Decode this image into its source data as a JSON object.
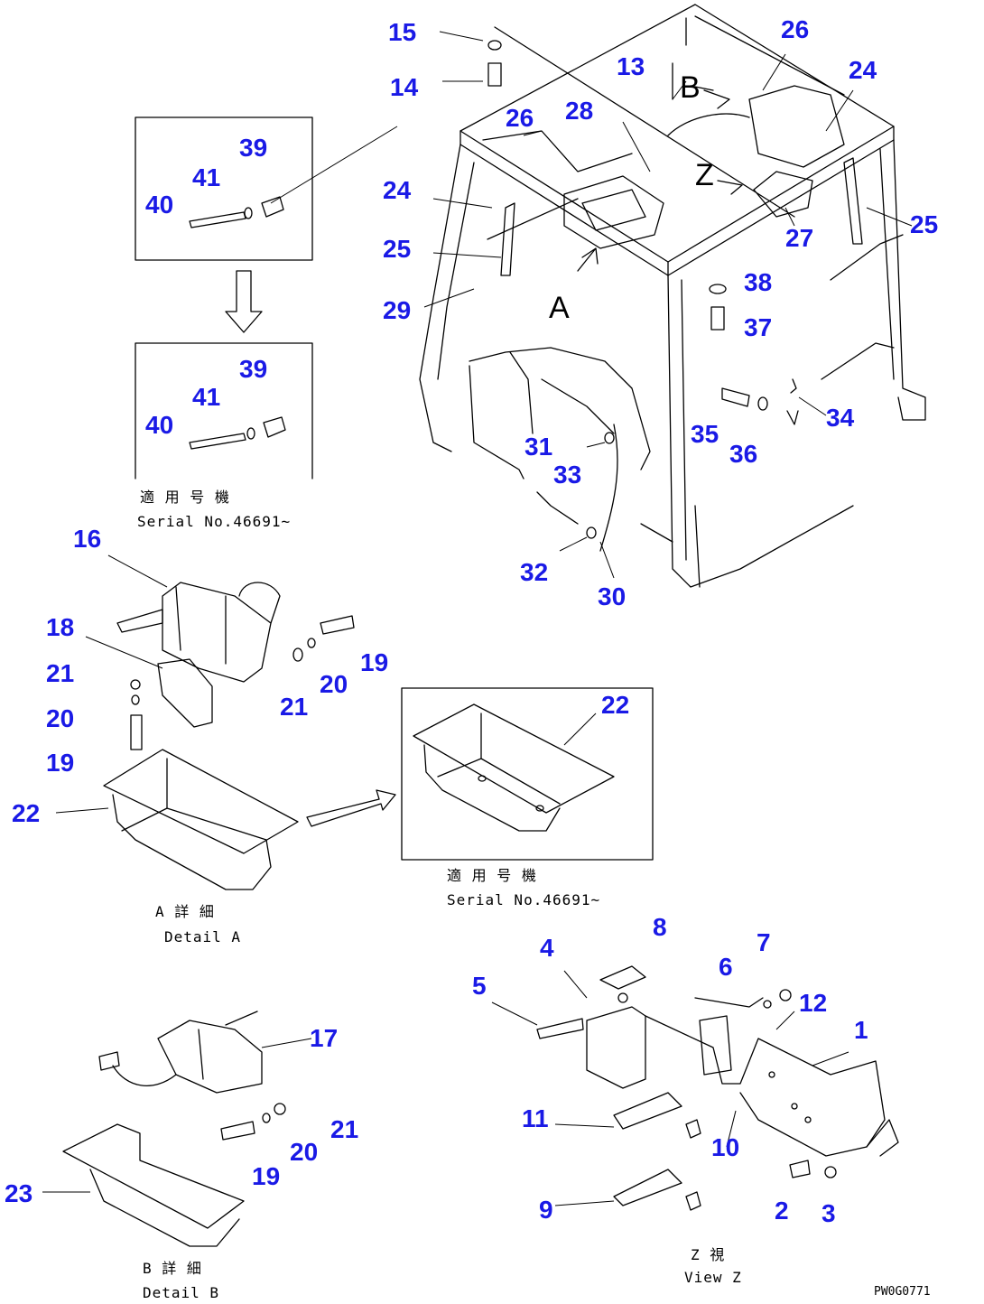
{
  "callouts": [
    {
      "id": "15",
      "text": "15"
    },
    {
      "id": "14",
      "text": "14"
    },
    {
      "id": "13",
      "text": "13"
    },
    {
      "id": "26a",
      "text": "26"
    },
    {
      "id": "24a",
      "text": "24"
    },
    {
      "id": "28",
      "text": "28"
    },
    {
      "id": "26b",
      "text": "26"
    },
    {
      "id": "24b",
      "text": "24"
    },
    {
      "id": "25a",
      "text": "25"
    },
    {
      "id": "27",
      "text": "27"
    },
    {
      "id": "25b",
      "text": "25"
    },
    {
      "id": "29",
      "text": "29"
    },
    {
      "id": "38",
      "text": "38"
    },
    {
      "id": "37",
      "text": "37"
    },
    {
      "id": "34",
      "text": "34"
    },
    {
      "id": "35",
      "text": "35"
    },
    {
      "id": "36",
      "text": "36"
    },
    {
      "id": "31",
      "text": "31"
    },
    {
      "id": "33",
      "text": "33"
    },
    {
      "id": "32",
      "text": "32"
    },
    {
      "id": "30",
      "text": "30"
    },
    {
      "id": "39a",
      "text": "39"
    },
    {
      "id": "41a",
      "text": "41"
    },
    {
      "id": "40a",
      "text": "40"
    },
    {
      "id": "39b",
      "text": "39"
    },
    {
      "id": "41b",
      "text": "41"
    },
    {
      "id": "40b",
      "text": "40"
    },
    {
      "id": "16",
      "text": "16"
    },
    {
      "id": "18",
      "text": "18"
    },
    {
      "id": "21a",
      "text": "21"
    },
    {
      "id": "20a",
      "text": "20"
    },
    {
      "id": "19a",
      "text": "19"
    },
    {
      "id": "19b",
      "text": "19"
    },
    {
      "id": "20b",
      "text": "20"
    },
    {
      "id": "21b",
      "text": "21"
    },
    {
      "id": "22a",
      "text": "22"
    },
    {
      "id": "22b",
      "text": "22"
    },
    {
      "id": "8",
      "text": "8"
    },
    {
      "id": "4",
      "text": "4"
    },
    {
      "id": "7",
      "text": "7"
    },
    {
      "id": "6",
      "text": "6"
    },
    {
      "id": "12",
      "text": "12"
    },
    {
      "id": "5",
      "text": "5"
    },
    {
      "id": "1",
      "text": "1"
    },
    {
      "id": "11",
      "text": "11"
    },
    {
      "id": "10",
      "text": "10"
    },
    {
      "id": "9",
      "text": "9"
    },
    {
      "id": "2",
      "text": "2"
    },
    {
      "id": "3",
      "text": "3"
    },
    {
      "id": "17",
      "text": "17"
    },
    {
      "id": "21c",
      "text": "21"
    },
    {
      "id": "20c",
      "text": "20"
    },
    {
      "id": "19c",
      "text": "19"
    },
    {
      "id": "23",
      "text": "23"
    }
  ],
  "view_letters": {
    "a": "A",
    "b": "B",
    "z": "Z"
  },
  "captions": {
    "serial_upper_jp": "適 用 号 機",
    "serial_upper": "Serial No.46691~",
    "serial_lower_jp": "適 用 号 機",
    "serial_lower": "Serial No.46691~",
    "detail_a_jp": "A 詳 細",
    "detail_a": "Detail A",
    "detail_b_jp": "B 詳 細",
    "detail_b": "Detail B",
    "view_z_jp": "Z   視",
    "view_z": "View Z",
    "drawing_code": "PW0G0771"
  },
  "colors": {
    "callout": "#1a1ae6",
    "line": "#000000"
  }
}
